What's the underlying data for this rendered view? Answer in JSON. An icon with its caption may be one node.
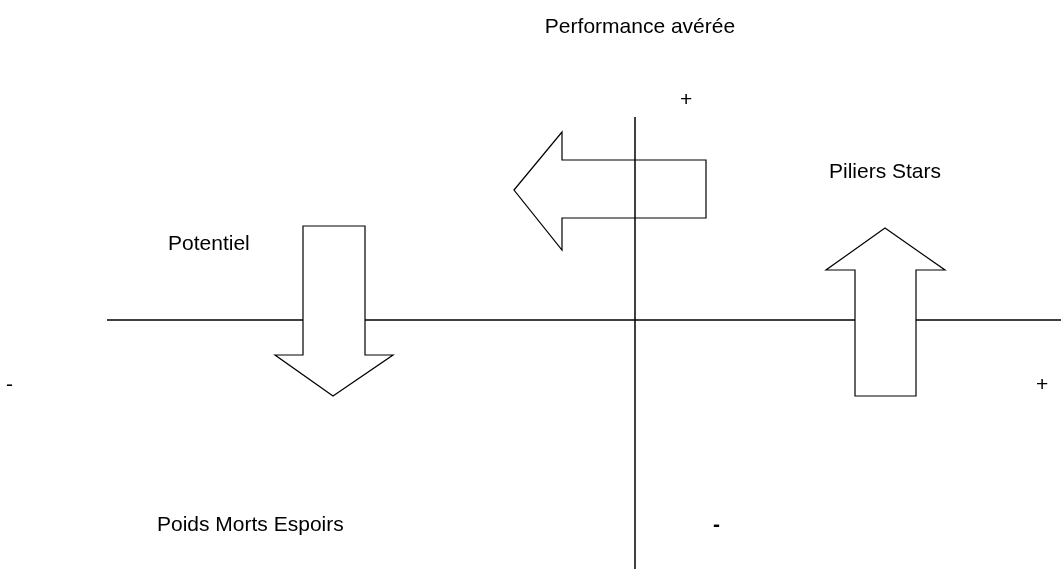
{
  "diagram": {
    "labels": [
      "Performance avérée",
      "+",
      "Piliers Stars",
      "Potentiel",
      "-",
      "+",
      "Poids Morts Espoirs",
      "-"
    ]
  }
}
